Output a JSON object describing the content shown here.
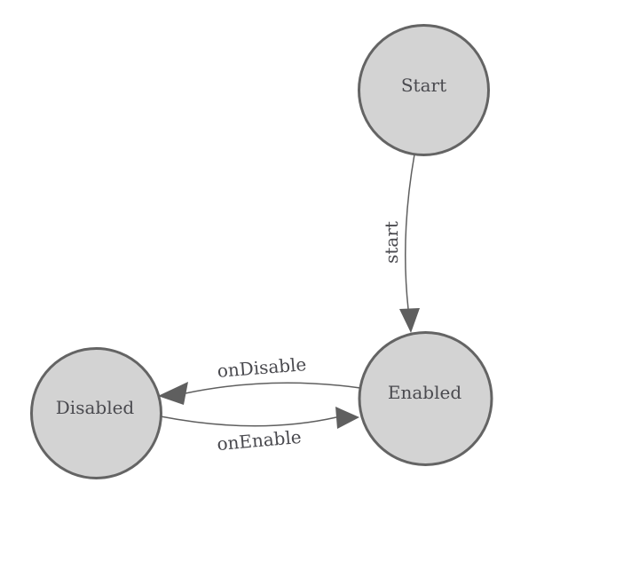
{
  "diagram": {
    "nodes": [
      {
        "id": "start",
        "label": "Start"
      },
      {
        "id": "enabled",
        "label": "Enabled"
      },
      {
        "id": "disabled",
        "label": "Disabled"
      }
    ],
    "edges": [
      {
        "from": "start",
        "to": "enabled",
        "label": "start"
      },
      {
        "from": "enabled",
        "to": "disabled",
        "label": "onDisable"
      },
      {
        "from": "disabled",
        "to": "enabled",
        "label": "onEnable"
      }
    ],
    "colors": {
      "background": "#ffffff",
      "node_fill": "#d3d3d3",
      "node_border": "#646464",
      "edge_line": "#5f5f5f",
      "arrowhead": "#5f5f5f",
      "label_text": "#4a4a4f"
    }
  }
}
